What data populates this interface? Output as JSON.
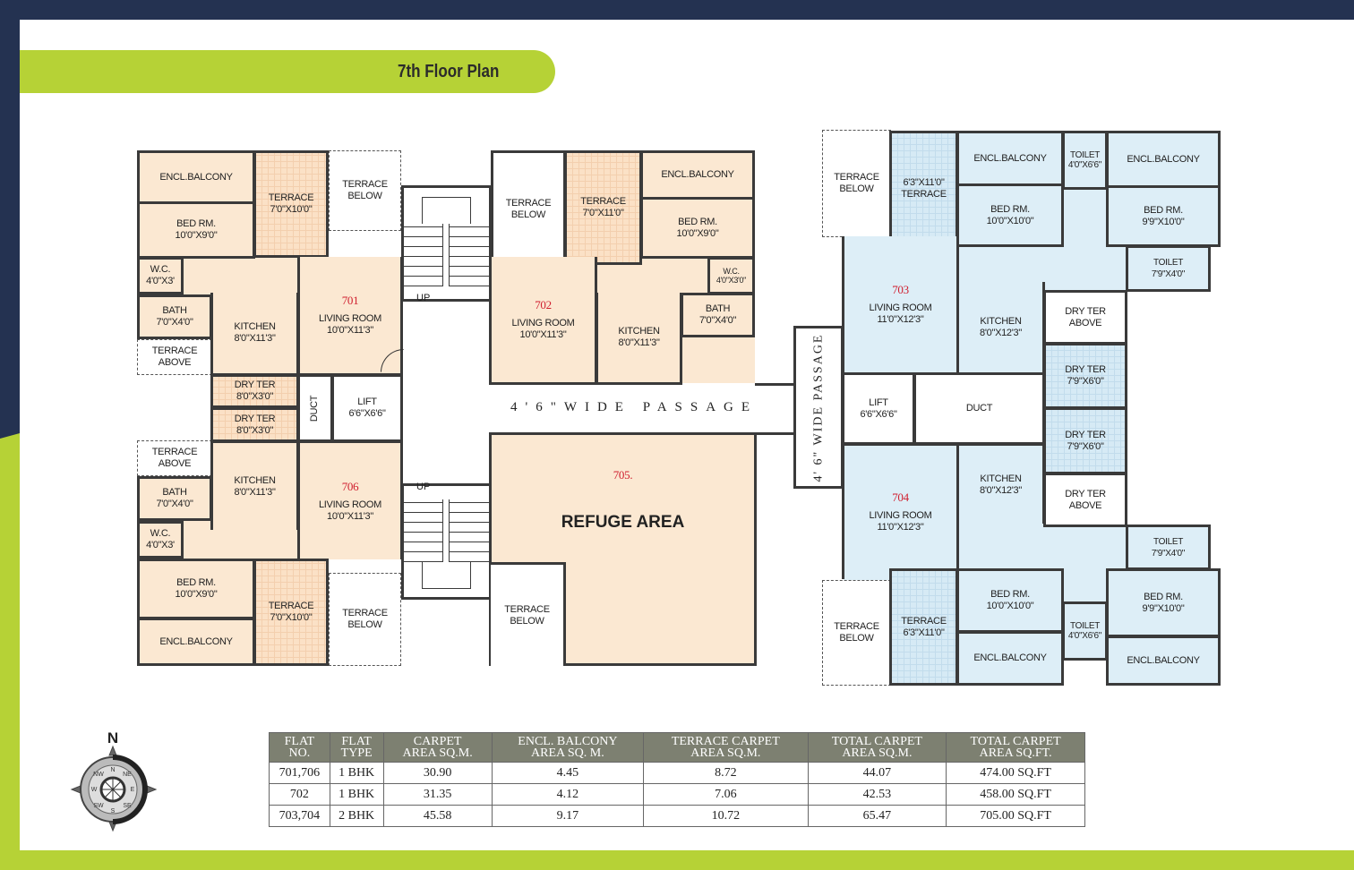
{
  "title": "7th Floor Plan",
  "colors": {
    "navy": "#243251",
    "lime": "#b6d236",
    "flat_1bhk": "#fbe8d2",
    "flat_2bhk": "#ddeef7",
    "wall": "#3a3a3a"
  },
  "plan": {
    "up": "UP",
    "passage_horizontal": "4'6\"WIDE PASSAGE",
    "passage_vertical": "4' 6\" WIDE PASSAGE",
    "lift": "LIFT",
    "lift_dim": "6'6\"X6'6\"",
    "duct": "DUCT",
    "terrace_below": "TERRACE BELOW",
    "terrace_above": "TERRACE ABOVE",
    "dry_ter_above": "DRY TER ABOVE",
    "f701": {
      "no": "701",
      "balcony": "ENCL.BALCONY",
      "bed": "BED RM.",
      "bed_dim": "10'0\"X9'0\"",
      "terrace": "TERRACE",
      "terrace_dim": "7'0\"X10'0\"",
      "wc": "W.C.",
      "wc_dim": "4'0\"X3'",
      "bath": "BATH",
      "bath_dim": "7'0\"X4'0\"",
      "kitchen": "KITCHEN",
      "kitchen_dim": "8'0\"X11'3\"",
      "living": "LIVING ROOM",
      "living_dim": "10'0\"X11'3\"",
      "dry": "DRY TER",
      "dry_dim": "8'0\"X3'0\""
    },
    "f706": {
      "no": "706",
      "balcony": "ENCL.BALCONY",
      "bed": "BED RM.",
      "bed_dim": "10'0\"X9'0\"",
      "terrace": "TERRACE",
      "terrace_dim": "7'0\"X10'0\"",
      "wc": "W.C.",
      "wc_dim": "4'0\"X3'",
      "bath": "BATH",
      "bath_dim": "7'0\"X4'0\"",
      "kitchen": "KITCHEN",
      "kitchen_dim": "8'0\"X11'3\"",
      "living": "LIVING ROOM",
      "living_dim": "10'0\"X11'3\"",
      "dry": "DRY TER",
      "dry_dim": "8'0\"X3'0\""
    },
    "f702": {
      "no": "702",
      "balcony": "ENCL.BALCONY",
      "bed": "BED RM.",
      "bed_dim": "10'0\"X9'0\"",
      "terrace": "TERRACE",
      "terrace_dim": "7'0\"X11'0\"",
      "wc": "W.C.",
      "wc_dim": "4'0\"X3'0\"",
      "bath": "BATH",
      "bath_dim": "7'0\"X4'0\"",
      "kitchen": "KITCHEN",
      "kitchen_dim": "8'0\"X11'3\"",
      "living": "LIVING ROOM",
      "living_dim": "10'0\"X11'3\""
    },
    "f705": {
      "no": "705.",
      "label": "REFUGE AREA"
    },
    "f703": {
      "no": "703",
      "terrace": "TERRACE",
      "terrace_dim": "6'3\"X11'0\"",
      "balcony": "ENCL.BALCONY",
      "bed1": "BED RM.",
      "bed1_dim": "10'0\"X10'0\"",
      "toilet1": "TOILET",
      "toilet1_dim": "4'0\"X6'6\"",
      "bed2": "BED RM.",
      "bed2_dim": "9'9\"X10'0\"",
      "toilet2": "TOILET",
      "toilet2_dim": "7'9\"X4'0\"",
      "living": "LIVING ROOM",
      "living_dim": "11'0\"X12'3\"",
      "kitchen": "KITCHEN",
      "kitchen_dim": "8'0\"X12'3\"",
      "dry": "DRY TER",
      "dry_dim": "7'9\"X6'0\""
    },
    "f704": {
      "no": "704",
      "terrace": "TERRACE",
      "terrace_dim": "6'3\"X11'0\"",
      "balcony": "ENCL.BALCONY",
      "bed1": "BED RM.",
      "bed1_dim": "10'0\"X10'0\"",
      "toilet1": "TOILET",
      "toilet1_dim": "4'0\"X6'6\"",
      "bed2": "BED RM.",
      "bed2_dim": "9'9\"X10'0\"",
      "toilet2": "TOILET",
      "toilet2_dim": "7'9\"X4'0\"",
      "living": "LIVING ROOM",
      "living_dim": "11'0\"X12'3\"",
      "kitchen": "KITCHEN",
      "kitchen_dim": "8'0\"X12'3\"",
      "dry": "DRY TER",
      "dry_dim": "7'9\"X6'0\""
    }
  },
  "compass": {
    "north": "N",
    "points": [
      "N",
      "NE",
      "E",
      "SE",
      "S",
      "SW",
      "W",
      "NW"
    ]
  },
  "table": {
    "headers": [
      [
        "FLAT",
        "NO."
      ],
      [
        "FLAT",
        "TYPE"
      ],
      [
        "CARPET",
        "AREA SQ.M."
      ],
      [
        "ENCL. BALCONY",
        "AREA SQ. M."
      ],
      [
        "TERRACE CARPET",
        "AREA SQ.M."
      ],
      [
        "TOTAL CARPET",
        "AREA SQ.M."
      ],
      [
        "TOTAL CARPET",
        "AREA SQ.FT."
      ]
    ],
    "rows": [
      [
        "701,706",
        "1 BHK",
        "30.90",
        "4.45",
        "8.72",
        "44.07",
        "474.00 SQ.FT"
      ],
      [
        "702",
        "1 BHK",
        "31.35",
        "4.12",
        "7.06",
        "42.53",
        "458.00 SQ.FT"
      ],
      [
        "703,704",
        "2 BHK",
        "45.58",
        "9.17",
        "10.72",
        "65.47",
        "705.00 SQ.FT"
      ]
    ]
  }
}
